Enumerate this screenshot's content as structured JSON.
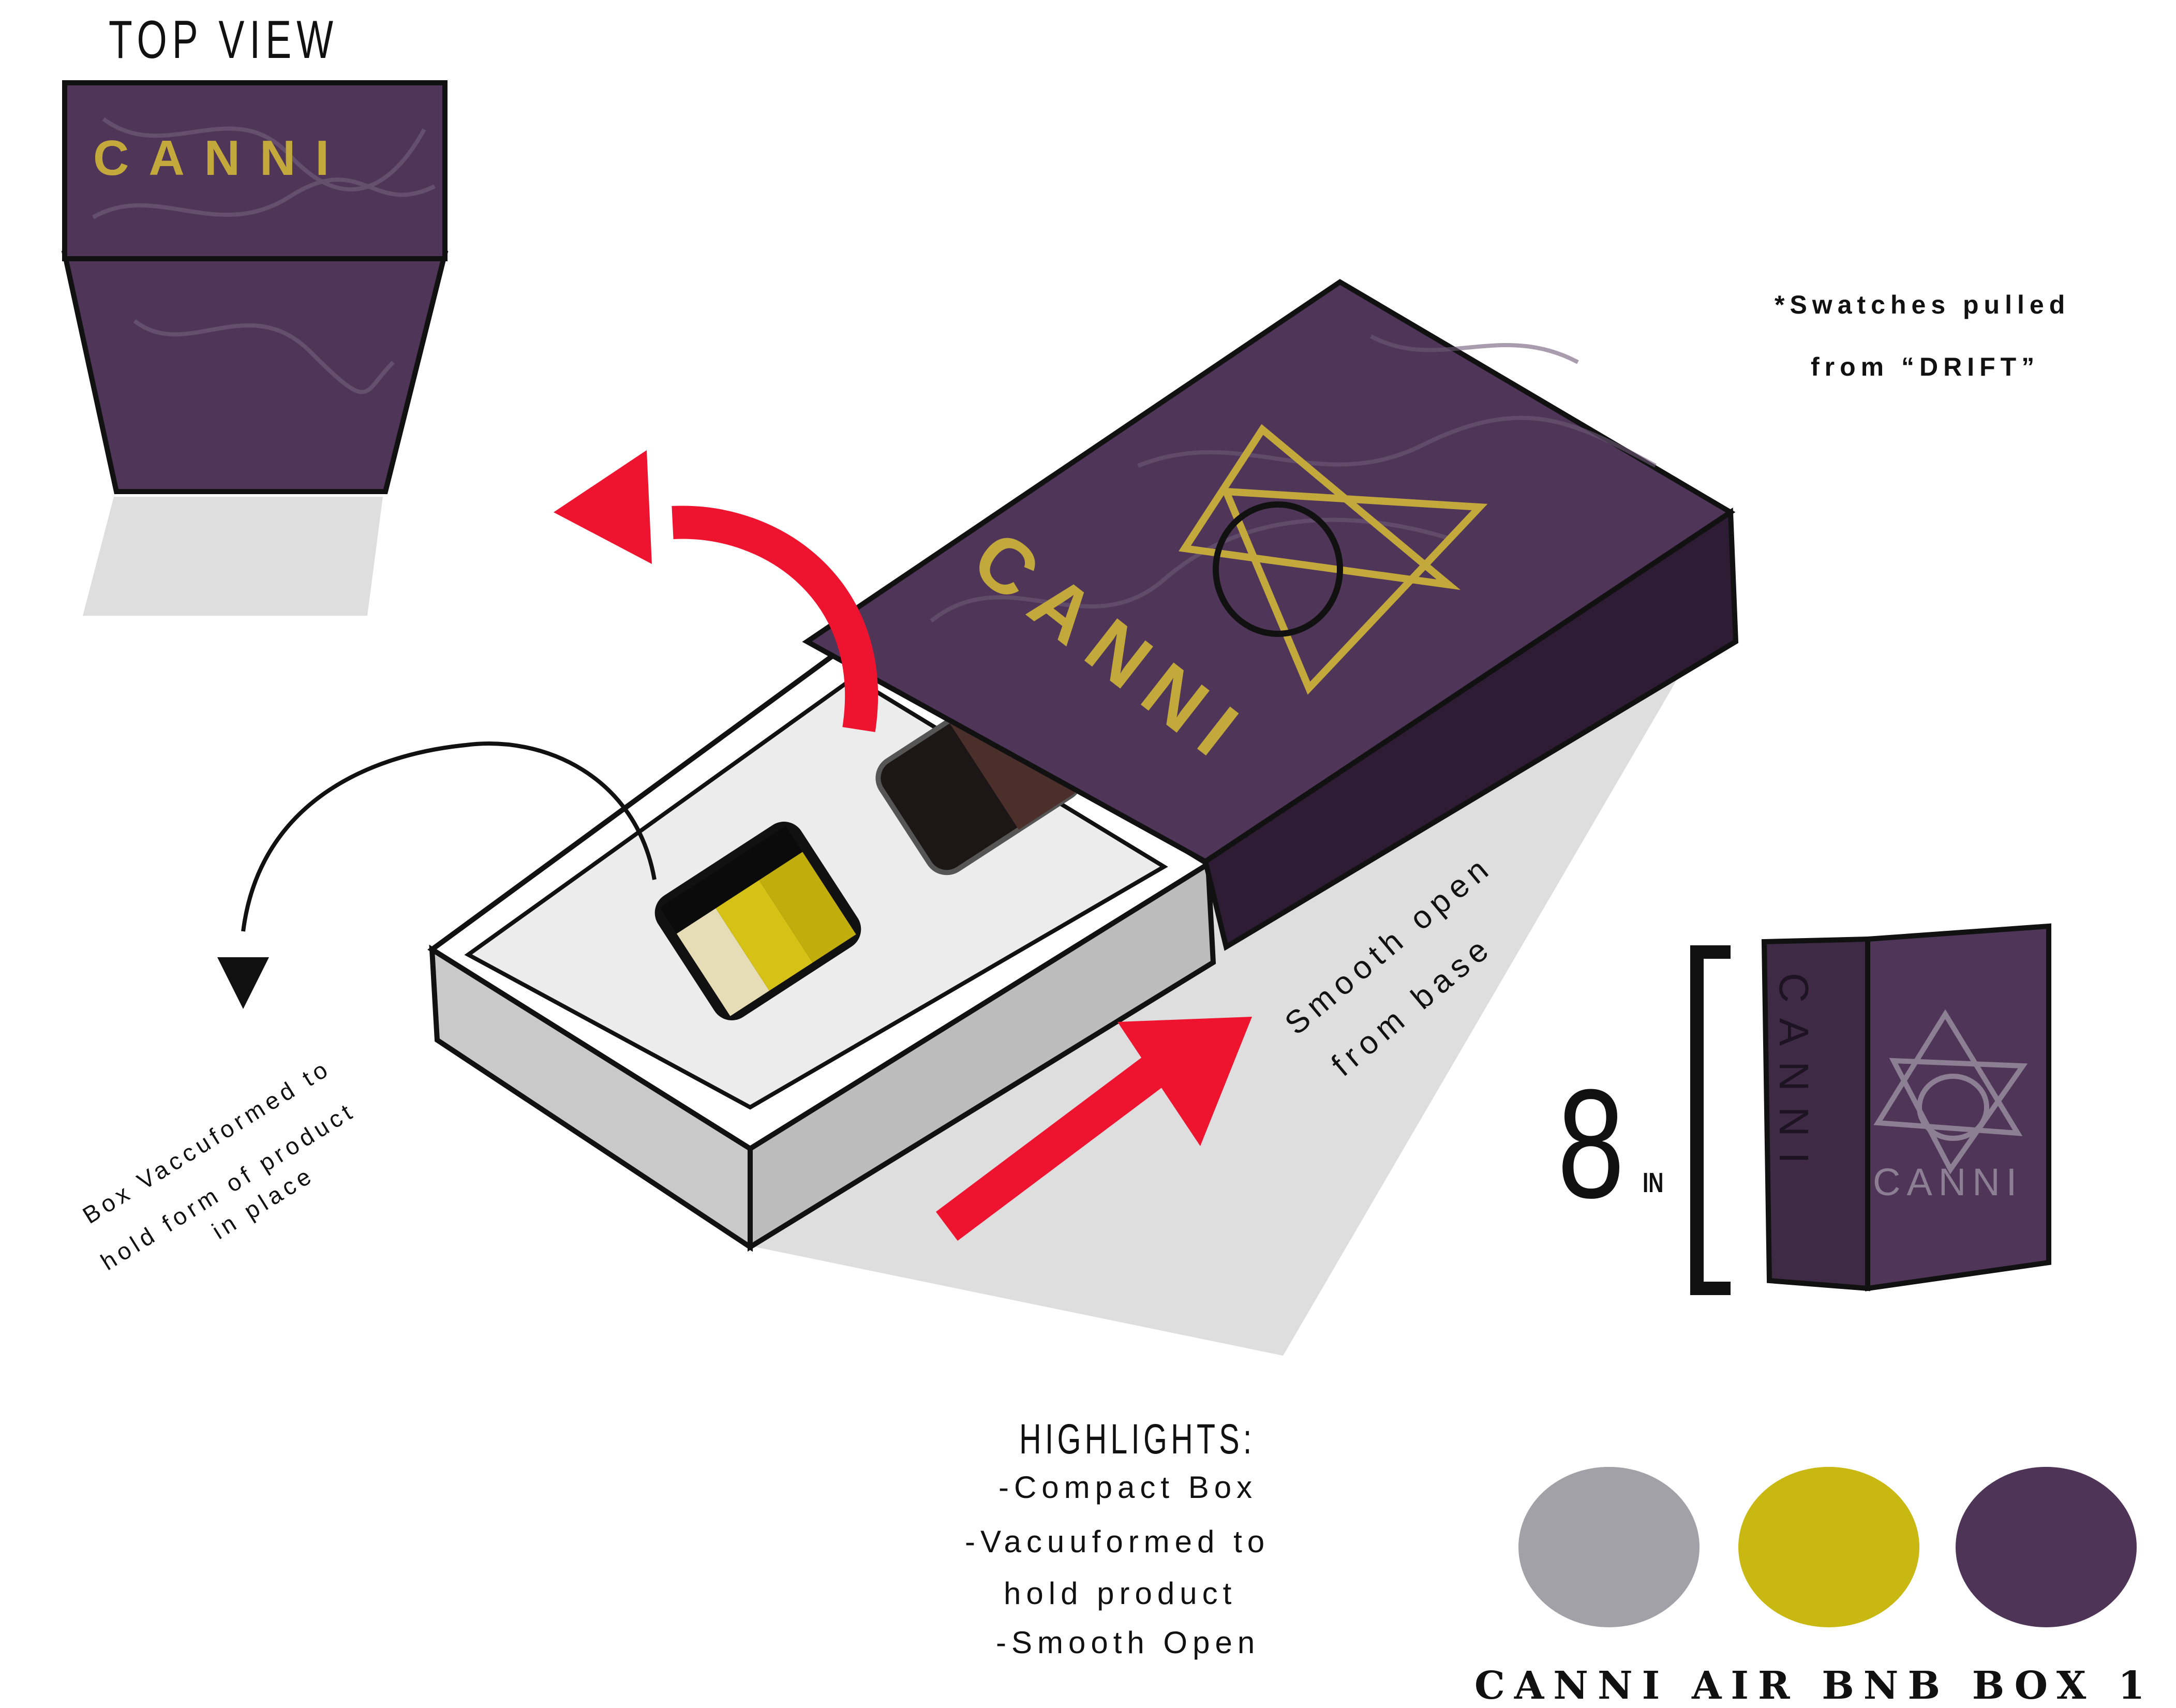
{
  "labels": {
    "top_view": "TOP VIEW",
    "box_brand": "CANNI",
    "swatch_note_line1": "*Swatches pulled",
    "swatch_note_line2": "from “DRIFT”",
    "smooth_open_line1": "Smooth open",
    "smooth_open_line2": "from base",
    "vacuum_note_line1": "Box Vaccuformed to",
    "vacuum_note_line2": "hold form of product",
    "vacuum_note_line3": "in place",
    "dimension_value": "8",
    "dimension_unit": "IN",
    "highlights_title": "HIGHLIGHTS:",
    "highlight_1": "-Compact Box",
    "highlight_2": "-Vacuuformed to",
    "highlight_3": "hold product",
    "highlight_4": "-Smooth Open",
    "footer_title": "CANNI AIR BNB BOX 1"
  },
  "swatches": [
    {
      "name": "grey",
      "color": "#a3a1a8"
    },
    {
      "name": "mustard",
      "color": "#c9b811"
    },
    {
      "name": "purple",
      "color": "#4e3557"
    }
  ],
  "colors": {
    "box_purple": "#4f3658",
    "box_dark": "#2d1c33",
    "logo_gold": "#c3a93c",
    "arrow_red": "#ee1430",
    "shadow_grey": "#dedede"
  }
}
